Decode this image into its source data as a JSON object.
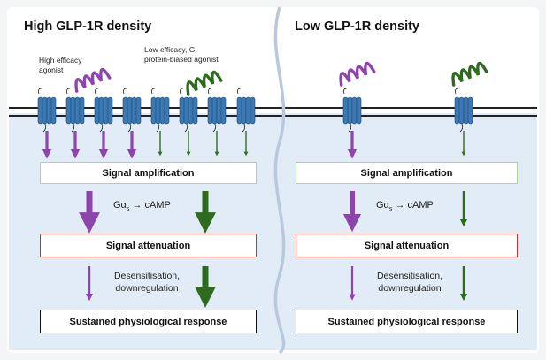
{
  "panels": {
    "left": {
      "title": "High GLP-1R density",
      "high_agonist_label": "High efficacy agonist",
      "low_agonist_label": "Low efficacy, G protein-biased agonist",
      "amplification": "Signal amplification",
      "gas_label": "Gα",
      "gas_sub": "s",
      "camp_label": "→ cAMP",
      "attenuation": "Signal attenuation",
      "desens_line1": "Desensitisation,",
      "desens_line2": "downregulation",
      "response": "Sustained physiological response"
    },
    "right": {
      "title": "Low GLP-1R density",
      "amplification": "Signal amplification",
      "gas_label": "Gα",
      "gas_sub": "s",
      "camp_label": "→ cAMP",
      "attenuation": "Signal attenuation",
      "desens_line1": "Desensitisation,",
      "desens_line2": "downregulation",
      "response": "Sustained physiological response"
    }
  },
  "colors": {
    "purple": "#8e44ad",
    "green": "#2e6b1f",
    "receptor": "#3c78b4",
    "cell_bg": "#e2ecf7",
    "membrane": "#222222",
    "divider": "#b9c8dc"
  },
  "icons": [
    "receptor-icon",
    "purple-agonist-icon",
    "green-agonist-icon"
  ]
}
